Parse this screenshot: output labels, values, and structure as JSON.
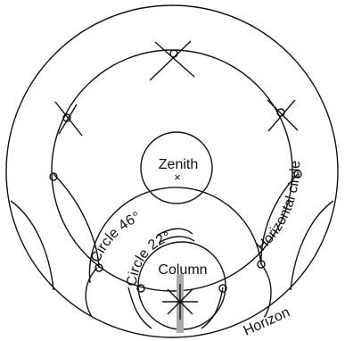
{
  "diagram": {
    "labels": {
      "zenith": "Zenith",
      "zenith_mark": "×",
      "horizontal_circle": "Horizontal circle",
      "circle46": "Circle 46°",
      "circle22": "Circle 22°",
      "column": "Column",
      "horizon": "Horizon"
    },
    "colors": {
      "line": "#111111",
      "column_bar": "#aaaaaa",
      "background": "#ffffff"
    }
  }
}
